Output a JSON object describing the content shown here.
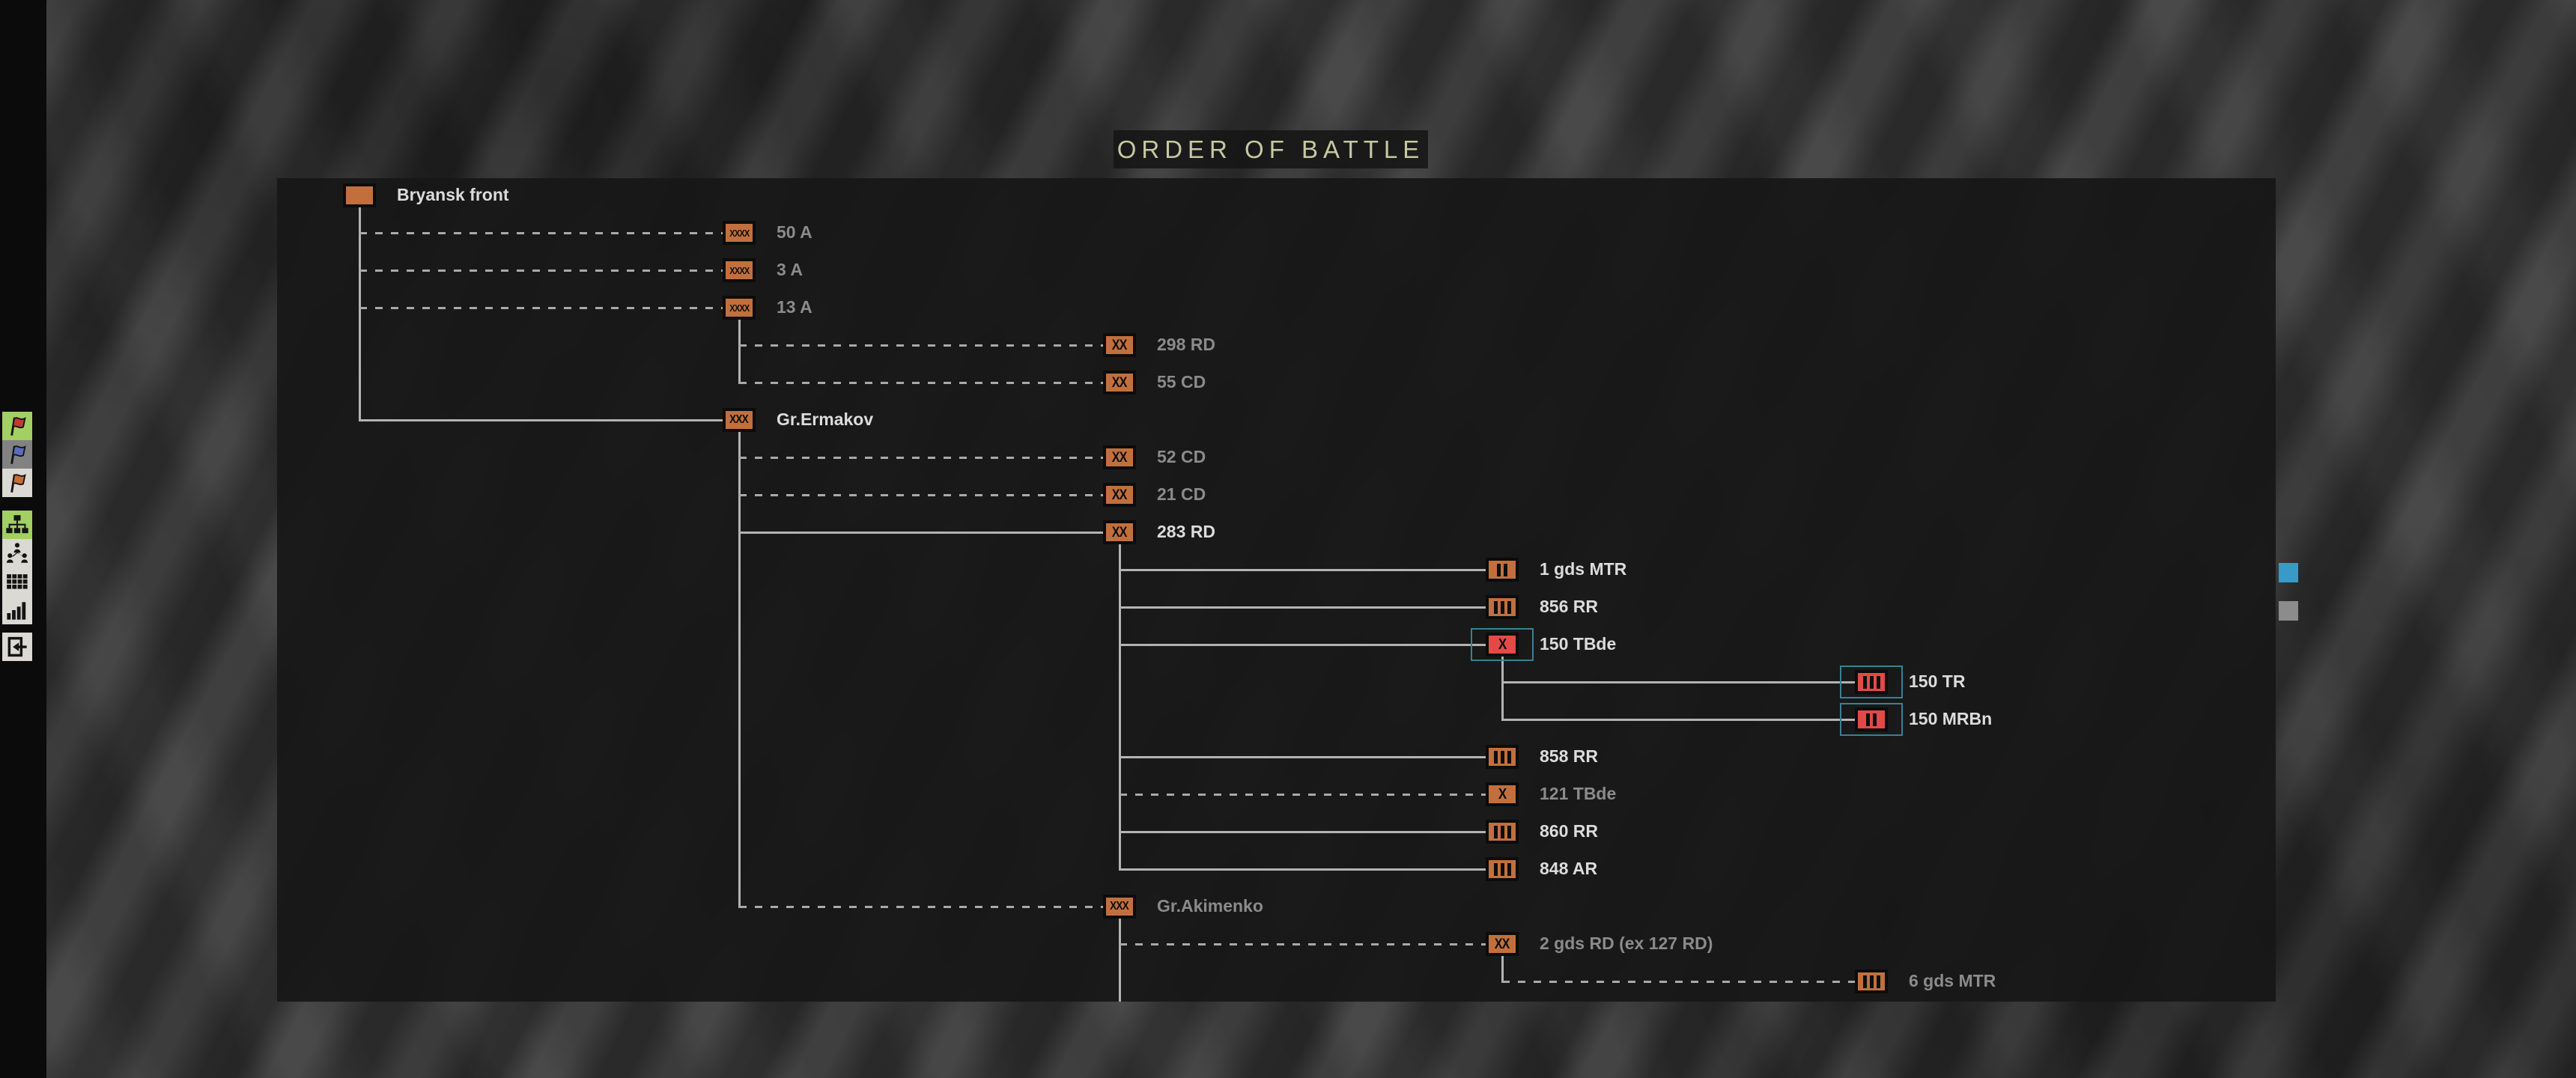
{
  "title": "ORDER OF BATTLE",
  "colors": {
    "unit_orange": "#c1703d",
    "unit_selected_red": "#e34a46",
    "selection_outline": "#3a8096",
    "connector_line": "#b3b3b3",
    "label_bright": "#dcdcdc",
    "label_dim": "#8b8b8b",
    "title_text": "#c6c8a1",
    "blue_marker": "#389ac9",
    "gray_marker": "#8c8c8c"
  },
  "tree": {
    "nodes": [
      {
        "id": "bryansk",
        "parent": null,
        "row": 0,
        "level": 0,
        "echelon": "",
        "label": "Bryansk front",
        "state": "bright",
        "link": "solid",
        "selected": false,
        "variant": "orange"
      },
      {
        "id": "50a",
        "parent": "bryansk",
        "row": 1,
        "level": 1,
        "echelon": "XXXX",
        "label": "50 A",
        "state": "dim",
        "link": "dashed",
        "selected": false,
        "variant": "orange"
      },
      {
        "id": "3a",
        "parent": "bryansk",
        "row": 2,
        "level": 1,
        "echelon": "XXXX",
        "label": "3 A",
        "state": "dim",
        "link": "dashed",
        "selected": false,
        "variant": "orange"
      },
      {
        "id": "13a",
        "parent": "bryansk",
        "row": 3,
        "level": 1,
        "echelon": "XXXX",
        "label": "13 A",
        "state": "dim",
        "link": "dashed",
        "selected": false,
        "variant": "orange"
      },
      {
        "id": "298rd",
        "parent": "13a",
        "row": 4,
        "level": 2,
        "echelon": "XX",
        "label": "298 RD",
        "state": "dim",
        "link": "dashed",
        "selected": false,
        "variant": "orange"
      },
      {
        "id": "55cd",
        "parent": "13a",
        "row": 5,
        "level": 2,
        "echelon": "XX",
        "label": "55 CD",
        "state": "dim",
        "link": "dashed",
        "selected": false,
        "variant": "orange"
      },
      {
        "id": "ermakov",
        "parent": "bryansk",
        "row": 6,
        "level": 1,
        "echelon": "XXX",
        "label": "Gr.Ermakov",
        "state": "bright",
        "link": "solid",
        "selected": false,
        "variant": "orange"
      },
      {
        "id": "52cd",
        "parent": "ermakov",
        "row": 7,
        "level": 2,
        "echelon": "XX",
        "label": "52 CD",
        "state": "dim",
        "link": "dashed",
        "selected": false,
        "variant": "orange"
      },
      {
        "id": "21cd",
        "parent": "ermakov",
        "row": 8,
        "level": 2,
        "echelon": "XX",
        "label": "21 CD",
        "state": "dim",
        "link": "dashed",
        "selected": false,
        "variant": "orange"
      },
      {
        "id": "283rd",
        "parent": "ermakov",
        "row": 9,
        "level": 2,
        "echelon": "XX",
        "label": "283 RD",
        "state": "bright",
        "link": "solid",
        "selected": false,
        "variant": "orange"
      },
      {
        "id": "1gdsmtr",
        "parent": "283rd",
        "row": 10,
        "level": 3,
        "echelon": "II",
        "label": "1 gds MTR",
        "state": "bright",
        "link": "solid",
        "selected": false,
        "variant": "orange"
      },
      {
        "id": "856rr",
        "parent": "283rd",
        "row": 11,
        "level": 3,
        "echelon": "III",
        "label": "856 RR",
        "state": "bright",
        "link": "solid",
        "selected": false,
        "variant": "orange"
      },
      {
        "id": "150tbde",
        "parent": "283rd",
        "row": 12,
        "level": 3,
        "echelon": "X",
        "label": "150 TBde",
        "state": "bright",
        "link": "solid",
        "selected": true,
        "variant": "red"
      },
      {
        "id": "150tr",
        "parent": "150tbde",
        "row": 13,
        "level": 4,
        "echelon": "III",
        "label": "150 TR",
        "state": "bright",
        "link": "solid",
        "selected": true,
        "variant": "red"
      },
      {
        "id": "150mrbn",
        "parent": "150tbde",
        "row": 14,
        "level": 4,
        "echelon": "II",
        "label": "150 MRBn",
        "state": "bright",
        "link": "solid",
        "selected": true,
        "variant": "red"
      },
      {
        "id": "858rr",
        "parent": "283rd",
        "row": 15,
        "level": 3,
        "echelon": "III",
        "label": "858 RR",
        "state": "bright",
        "link": "solid",
        "selected": false,
        "variant": "orange"
      },
      {
        "id": "121tbde",
        "parent": "283rd",
        "row": 16,
        "level": 3,
        "echelon": "X",
        "label": "121 TBde",
        "state": "dim",
        "link": "dashed",
        "selected": false,
        "variant": "orange"
      },
      {
        "id": "860rr",
        "parent": "283rd",
        "row": 17,
        "level": 3,
        "echelon": "III",
        "label": "860 RR",
        "state": "bright",
        "link": "solid",
        "selected": false,
        "variant": "orange"
      },
      {
        "id": "848ar",
        "parent": "283rd",
        "row": 18,
        "level": 3,
        "echelon": "III",
        "label": "848 AR",
        "state": "bright",
        "link": "solid",
        "selected": false,
        "variant": "orange"
      },
      {
        "id": "akimenko",
        "parent": "ermakov",
        "row": 19,
        "level": 2,
        "echelon": "XXX",
        "label": "Gr.Akimenko",
        "state": "dim",
        "link": "dashed",
        "selected": false,
        "variant": "orange",
        "extend_below": true
      },
      {
        "id": "2gdsrd",
        "parent": "akimenko",
        "row": 20,
        "level": 3,
        "echelon": "XX",
        "label": "2 gds RD (ex 127 RD)",
        "state": "dim",
        "link": "dashed",
        "selected": false,
        "variant": "orange"
      },
      {
        "id": "6gdsmtr",
        "parent": "2gdsrd",
        "row": 21,
        "level": 4,
        "echelon": "III",
        "label": "6 gds MTR",
        "state": "dim",
        "link": "dashed",
        "selected": false,
        "variant": "orange"
      }
    ]
  },
  "sidebar": {
    "buttons": [
      {
        "name": "red-flag",
        "bg": "green"
      },
      {
        "name": "blue-flag",
        "bg": "gray"
      },
      {
        "name": "orange-flag",
        "bg": "light"
      },
      {
        "name": "org-chart",
        "bg": "green"
      },
      {
        "name": "personnel",
        "bg": "light"
      },
      {
        "name": "table",
        "bg": "light"
      },
      {
        "name": "bar-chart",
        "bg": "light"
      },
      {
        "name": "exit",
        "bg": "light"
      }
    ]
  },
  "side_markers": [
    {
      "name": "blue-side",
      "color": "#389ac9"
    },
    {
      "name": "gray-side",
      "color": "#8c8c8c"
    }
  ]
}
